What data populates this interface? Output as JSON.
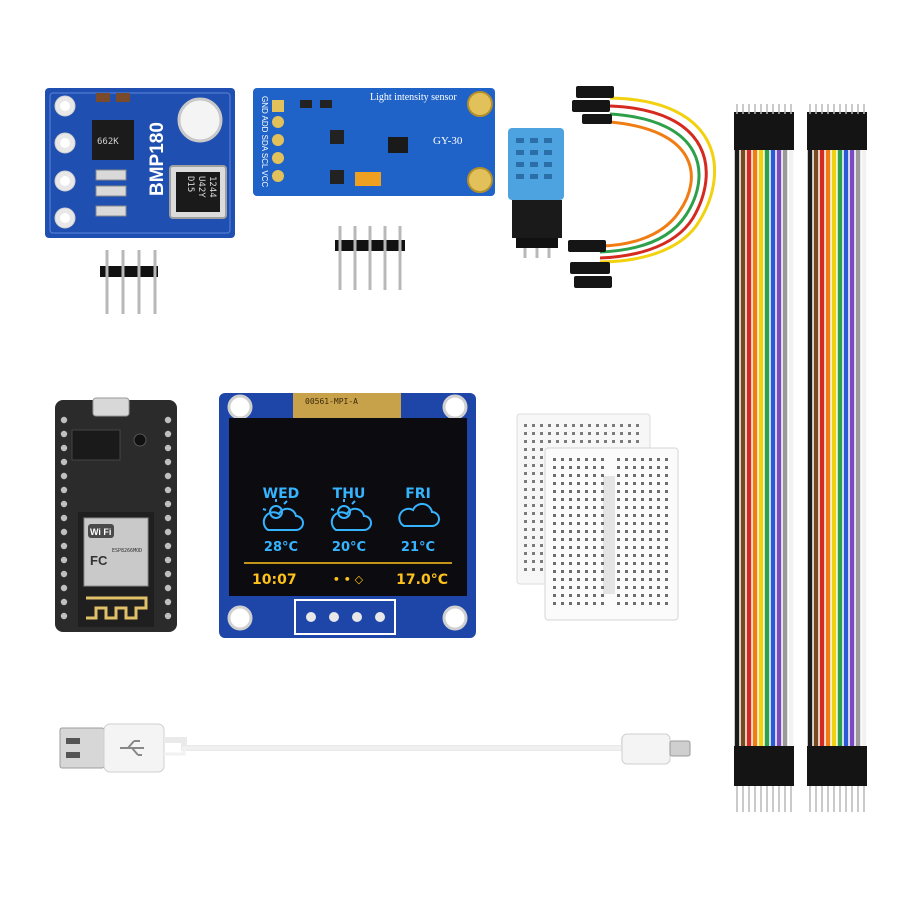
{
  "bmp180": {
    "label": "BMP180",
    "chip_code_1": "1244",
    "chip_code_2": "U42Y",
    "chip_code_3": "D15",
    "ic_text": "662K"
  },
  "gy30": {
    "title": "Light intensity sensor",
    "model": "GY-30",
    "pins": "GND ADD SDA SCL VCC"
  },
  "oled": {
    "ribbon": "00561-MPI-A",
    "days": [
      {
        "day": "WED",
        "temp": "28°C"
      },
      {
        "day": "THU",
        "temp": "20°C"
      },
      {
        "day": "FRI",
        "temp": "21°C"
      }
    ],
    "time": "10:07",
    "indicator": "• • ◇",
    "current_temp": "17.0°C"
  },
  "nodemcu": {
    "badge": "Wi Fi",
    "fcc": "FC",
    "module": "ESP8266MOD"
  },
  "colors": {
    "pcb_blue": "#1f4fb0",
    "pcb_dark": "#2a2a2a",
    "oled_cyan": "#36b4ff",
    "oled_yellow": "#ffc21a",
    "header_pin": "#b8b8b8",
    "jumper": [
      "#1a1a1a",
      "#7a4a1f",
      "#d42a1f",
      "#f07d14",
      "#f2d10f",
      "#2ea04a",
      "#2a5ad8",
      "#7b4ac0",
      "#9a9a9a",
      "#f2f2f2"
    ]
  }
}
